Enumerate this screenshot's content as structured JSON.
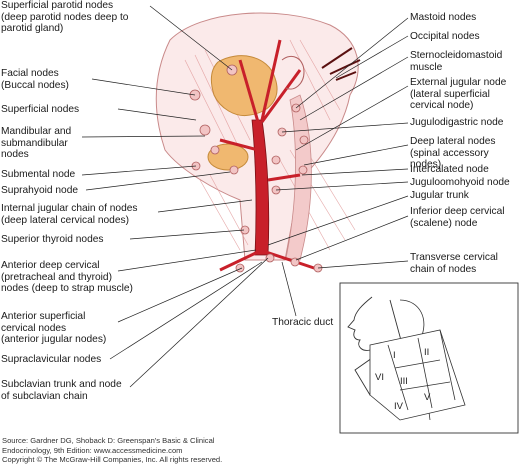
{
  "left_labels": [
    "Superficial parotid nodes\n(deep parotid nodes deep to\nparotid gland)",
    "Facial nodes\n(Buccal nodes)",
    "Superficial nodes",
    "Mandibular and\nsubmandibular\nnodes",
    "Submental node",
    "Suprahyoid node",
    "Internal jugular chain of nodes\n(deep lateral cervical nodes)",
    "Superior thyroid nodes",
    "Anterior deep cervical\n(pretracheal and thyroid)\nnodes (deep to strap muscle)",
    "Anterior superficial\ncervical nodes\n(anterior jugular nodes)",
    "Supraclavicular nodes",
    "Subclavian trunk and node\nof subclavian chain"
  ],
  "right_labels": [
    "Mastoid nodes",
    "Occipital nodes",
    "Sternocleidomastoid\nmuscle",
    "External jugular node\n(lateral superficial\ncervical node)",
    "Jugulodigastric node",
    "Deep lateral nodes\n(spinal accessory nodes)",
    "Intercalated node",
    "Juguloomohyoid node",
    "Jugular trunk",
    "Inferior deep cervical\n(scalene) node",
    "Transverse cervical\nchain of nodes"
  ],
  "center_labels": [
    "Thoracic duct"
  ],
  "inset_levels": [
    "I",
    "II",
    "III",
    "IV",
    "V",
    "VI"
  ],
  "caption": "Source: Gardner DG, Shoback D: Greenspan's Basic & Clinical\nEndocrinology, 9th Edition: www.accessmedicine.com\nCopyright © The McGraw-Hill Companies, Inc. All rights reserved.",
  "colors": {
    "vessel": "#c8202a",
    "gland": "#f0b870",
    "muscle": "#e8a4a4",
    "node": "#f2c4c4",
    "line": "#222222"
  }
}
